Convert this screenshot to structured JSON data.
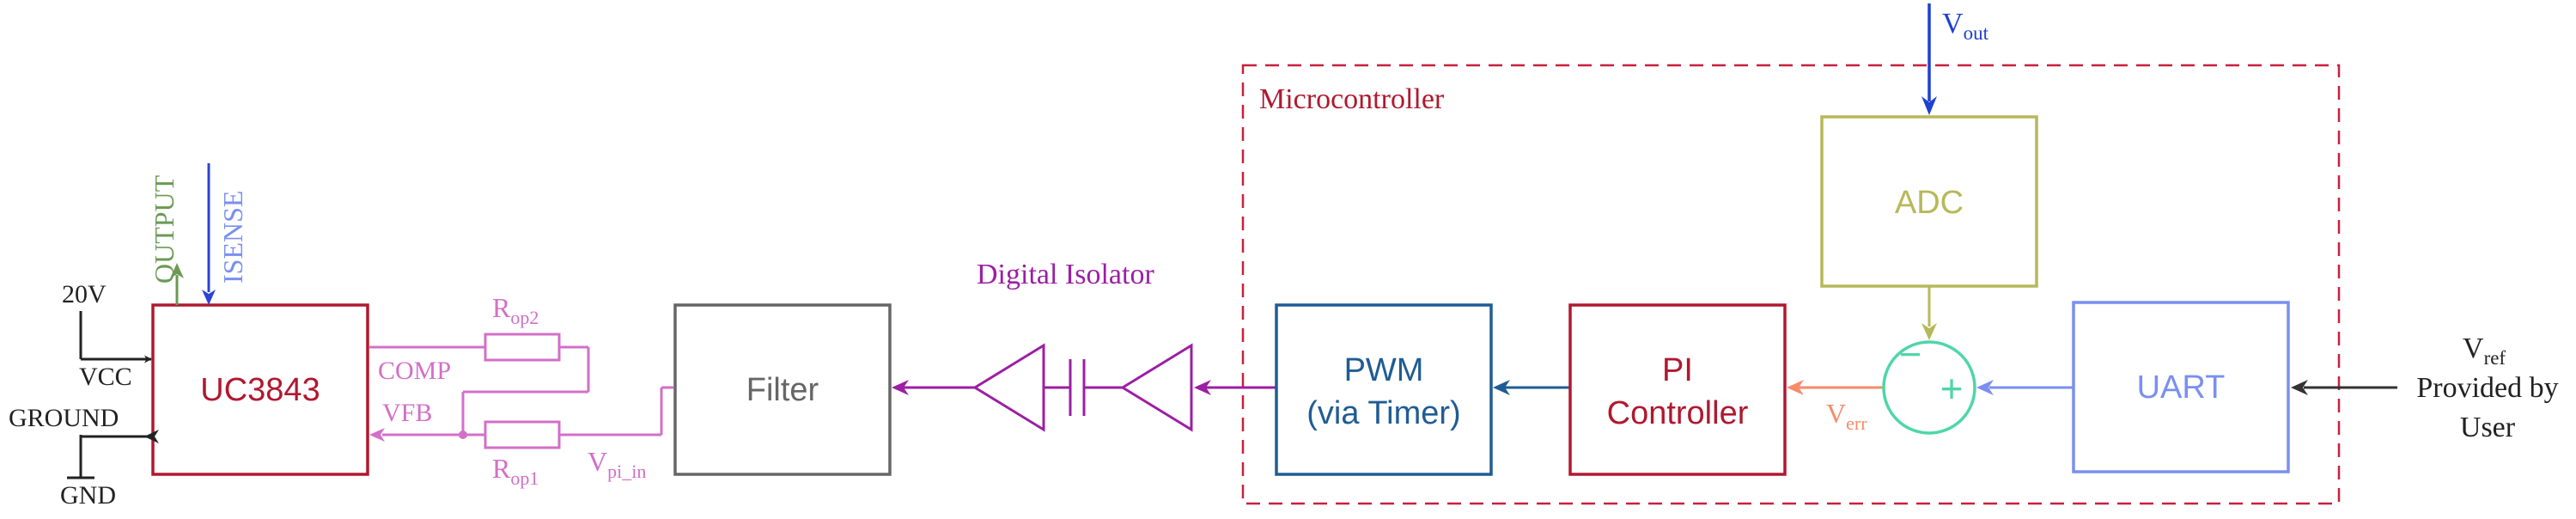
{
  "colors": {
    "uc3843": "#b0182f",
    "comp_vfb": "#d36fc8",
    "filter": "#666666",
    "isolator": "#9b1fa3",
    "pwm": "#1f5c94",
    "pi": "#b0182f",
    "verr": "#f58b6b",
    "adc": "#b7b85a",
    "vout": "#1f3fd1",
    "uart": "#7a8ff0",
    "summer": "#4fd6a8",
    "output": "#6b9a55",
    "isense": "#2c44d0",
    "black": "#222222",
    "micro": "#c8203e"
  },
  "blocks": {
    "uc3843": "UC3843",
    "filter": "Filter",
    "pwm_line1": "PWM",
    "pwm_line2": "(via Timer)",
    "pi_line1": "PI",
    "pi_line2": "Controller",
    "adc": "ADC",
    "uart": "UART"
  },
  "labels": {
    "output": "OUTPUT",
    "isense": "ISENSE",
    "v20": "20V",
    "vcc": "VCC",
    "ground": "GROUND",
    "gnd": "GND",
    "comp": "COMP",
    "vfb": "VFB",
    "rop2_main": "R",
    "rop2_sub": "op2",
    "rop1_main": "R",
    "rop1_sub": "op1",
    "vpi_main": "V",
    "vpi_sub": "pi_in",
    "digital_isolator": "Digital Isolator",
    "microcontroller": "Microcontroller",
    "vout_main": "V",
    "vout_sub": "out",
    "verr_main": "V",
    "verr_sub": "err",
    "vref_main": "V",
    "vref_sub": "ref",
    "provided_line1": "Provided by",
    "provided_line2": "User",
    "minus": "−",
    "plus": "+"
  }
}
